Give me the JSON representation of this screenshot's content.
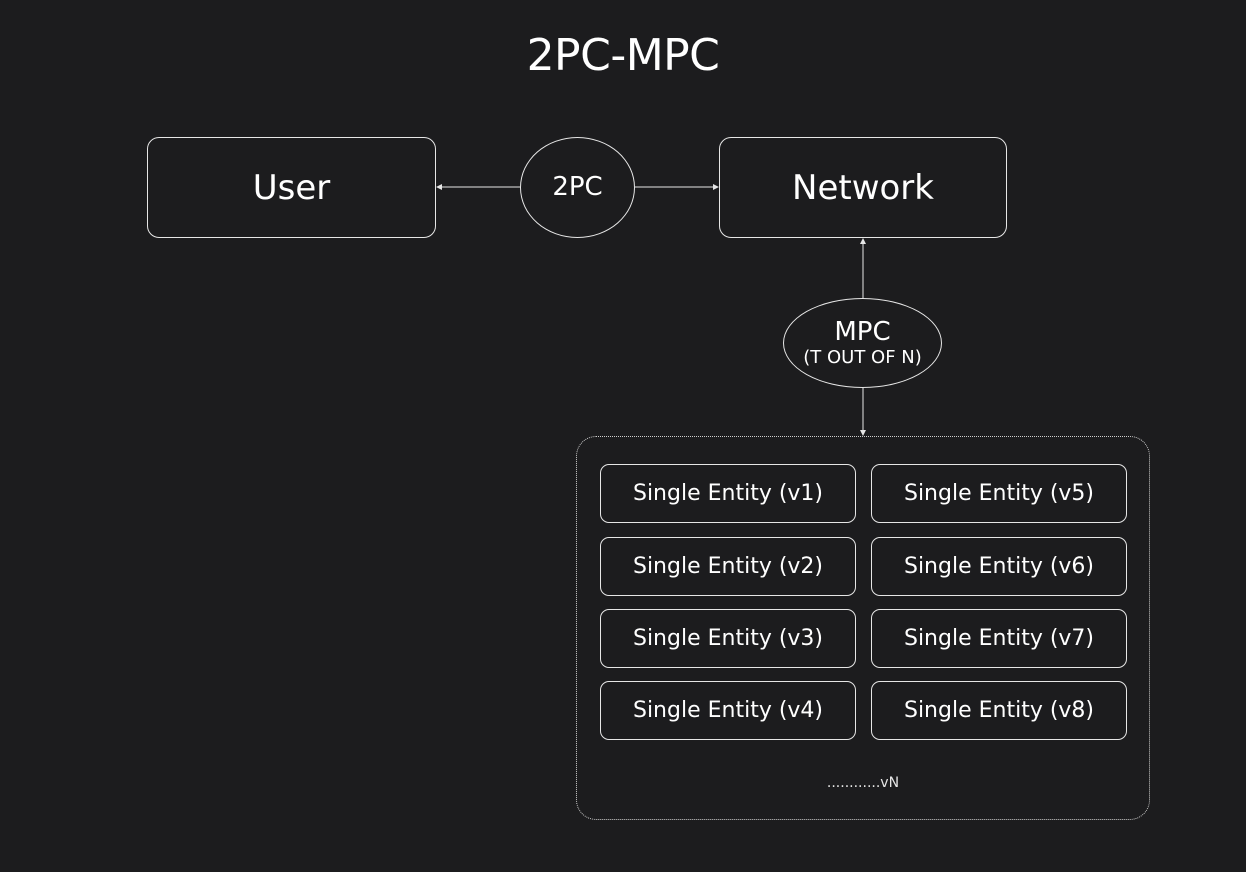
{
  "title": "2PC-MPC",
  "nodes": {
    "user": "User",
    "network": "Network"
  },
  "protocols": {
    "two_pc": "2PC",
    "mpc": "MPC",
    "mpc_sub": "(T OUT OF N)"
  },
  "entities": [
    "Single Entity (v1)",
    "Single Entity (v2)",
    "Single Entity (v3)",
    "Single Entity (v4)",
    "Single Entity (v5)",
    "Single Entity (v6)",
    "Single Entity (v7)",
    "Single Entity (v8)"
  ],
  "more_label": "............vN"
}
